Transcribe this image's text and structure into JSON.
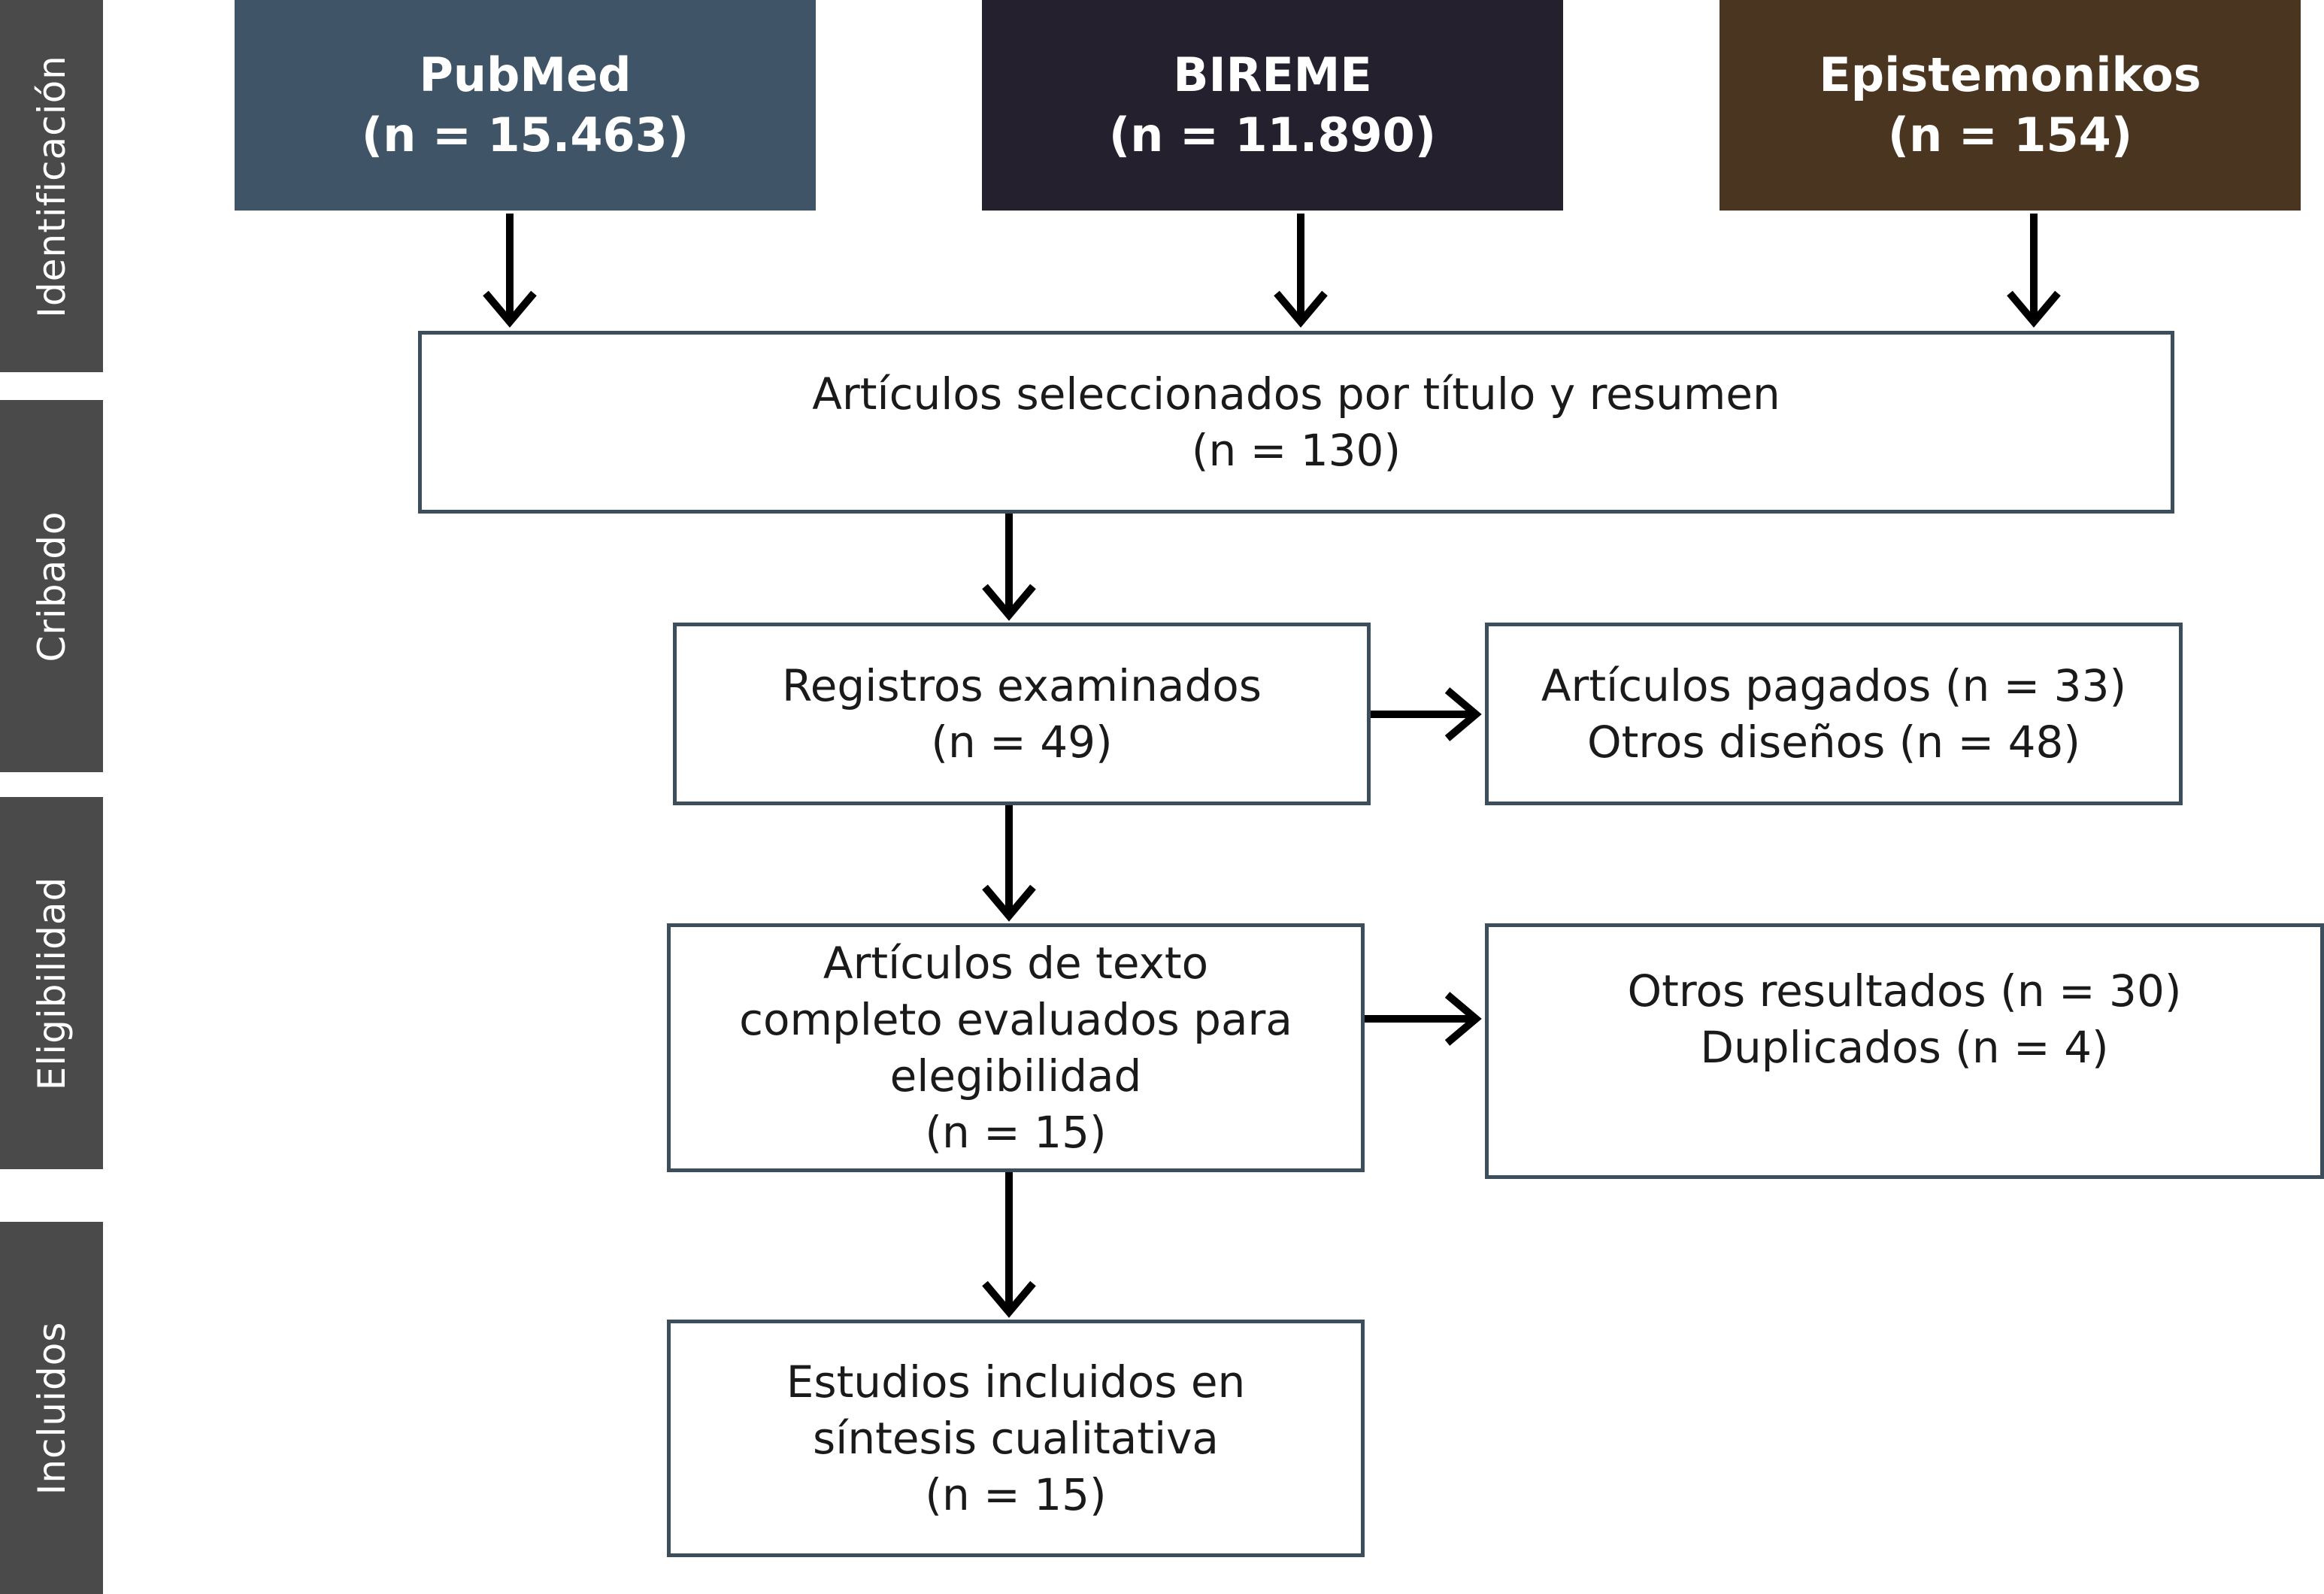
{
  "stages": [
    {
      "label": "Identificación"
    },
    {
      "label": "Cribado"
    },
    {
      "label": "Eligibilidad"
    },
    {
      "label": "Incluidos"
    }
  ],
  "sources": [
    {
      "name": "PubMed",
      "count": "(n = 15.463)",
      "color": "#3f5467"
    },
    {
      "name": "BIREME",
      "count": "(n = 11.890)",
      "color": "#25202d"
    },
    {
      "name": "Epistemonikos",
      "count": "(n = 154)",
      "color": "#4a3520"
    }
  ],
  "boxes": {
    "selected": {
      "line1": "Artículos seleccionados por título y resumen",
      "line2": "(n = 130)"
    },
    "examined": {
      "line1": "Registros examinados",
      "line2": "(n = 49)"
    },
    "excluded_screening": {
      "line1": "Artículos pagados (n = 33)",
      "line2": "Otros diseños (n = 48)"
    },
    "fulltext": {
      "line1": "Artículos de texto",
      "line2": "completo evaluados para",
      "line3": "elegibilidad",
      "line4": "(n = 15)"
    },
    "excluded_eligibility": {
      "line1": "Otros resultados (n = 30)",
      "line2": "Duplicados (n = 4)"
    },
    "included": {
      "line1": "Estudios incluidos en",
      "line2": "síntesis cualitativa",
      "line3": "(n = 15)"
    }
  },
  "colors": {
    "stage_band": "#4a4a4a",
    "box_border": "#3c4d5c",
    "arrow": "#000000"
  }
}
